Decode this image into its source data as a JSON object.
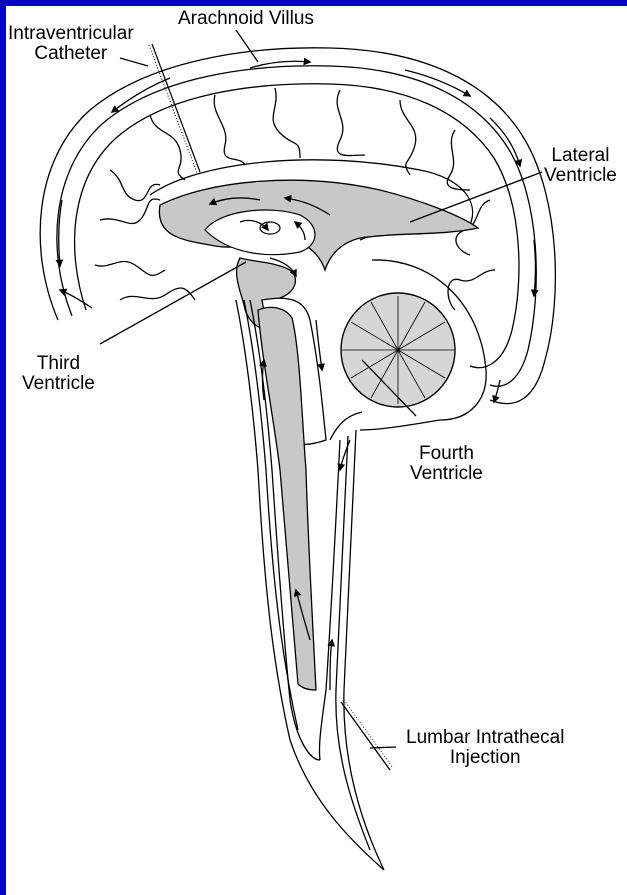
{
  "background_color": "#0000cc",
  "panel_color": "#ffffff",
  "csf_fill_color": "#c8c8c8",
  "labels": {
    "intraventricular_catheter": [
      "Intraventricular",
      "Catheter"
    ],
    "arachnoid_villus": "Arachnoid Villus",
    "lateral_ventricle": [
      "Lateral",
      "Ventricle"
    ],
    "third_ventricle": [
      "Third",
      "Ventricle"
    ],
    "fourth_ventricle": [
      "Fourth",
      "Ventricle"
    ],
    "lumbar_intrathecal_injection": [
      "Lumbar Intrathecal",
      "Injection"
    ]
  }
}
